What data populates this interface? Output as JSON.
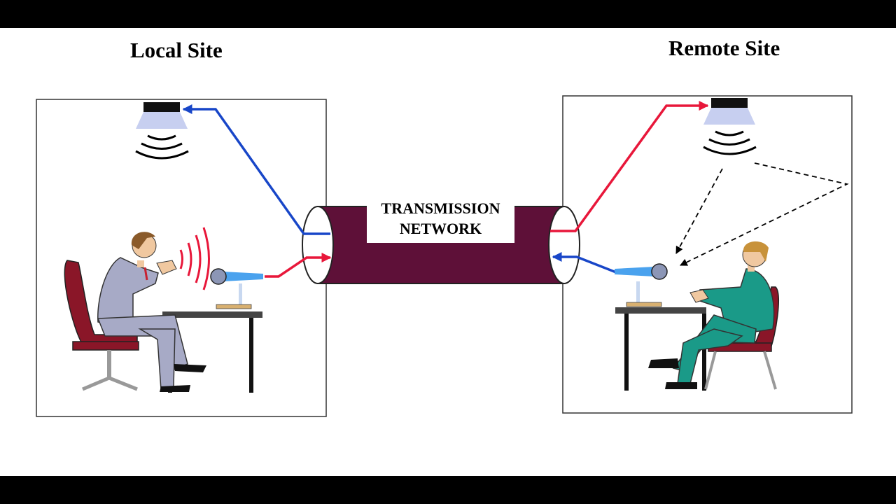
{
  "local_site": {
    "title": "Local Site"
  },
  "remote_site": {
    "title": "Remote Site"
  },
  "network": {
    "line1": "TRANSMISSION",
    "line2": "NETWORK"
  },
  "colors": {
    "outgoing_signal": "#e8173a",
    "incoming_signal": "#1846c8",
    "network_pipe": "#5e1038",
    "local_suit": "#a7aac6",
    "remote_suit": "#1a9a88",
    "chair": "#8a1628",
    "speaker_cone": "#c7cff0",
    "mic_beam": "#4aa2ee"
  },
  "icons": [
    "speaker-icon",
    "microphone-icon",
    "person-icon",
    "chair-icon",
    "desk-icon",
    "sound-wave-icon",
    "echo-arrow-icon"
  ]
}
